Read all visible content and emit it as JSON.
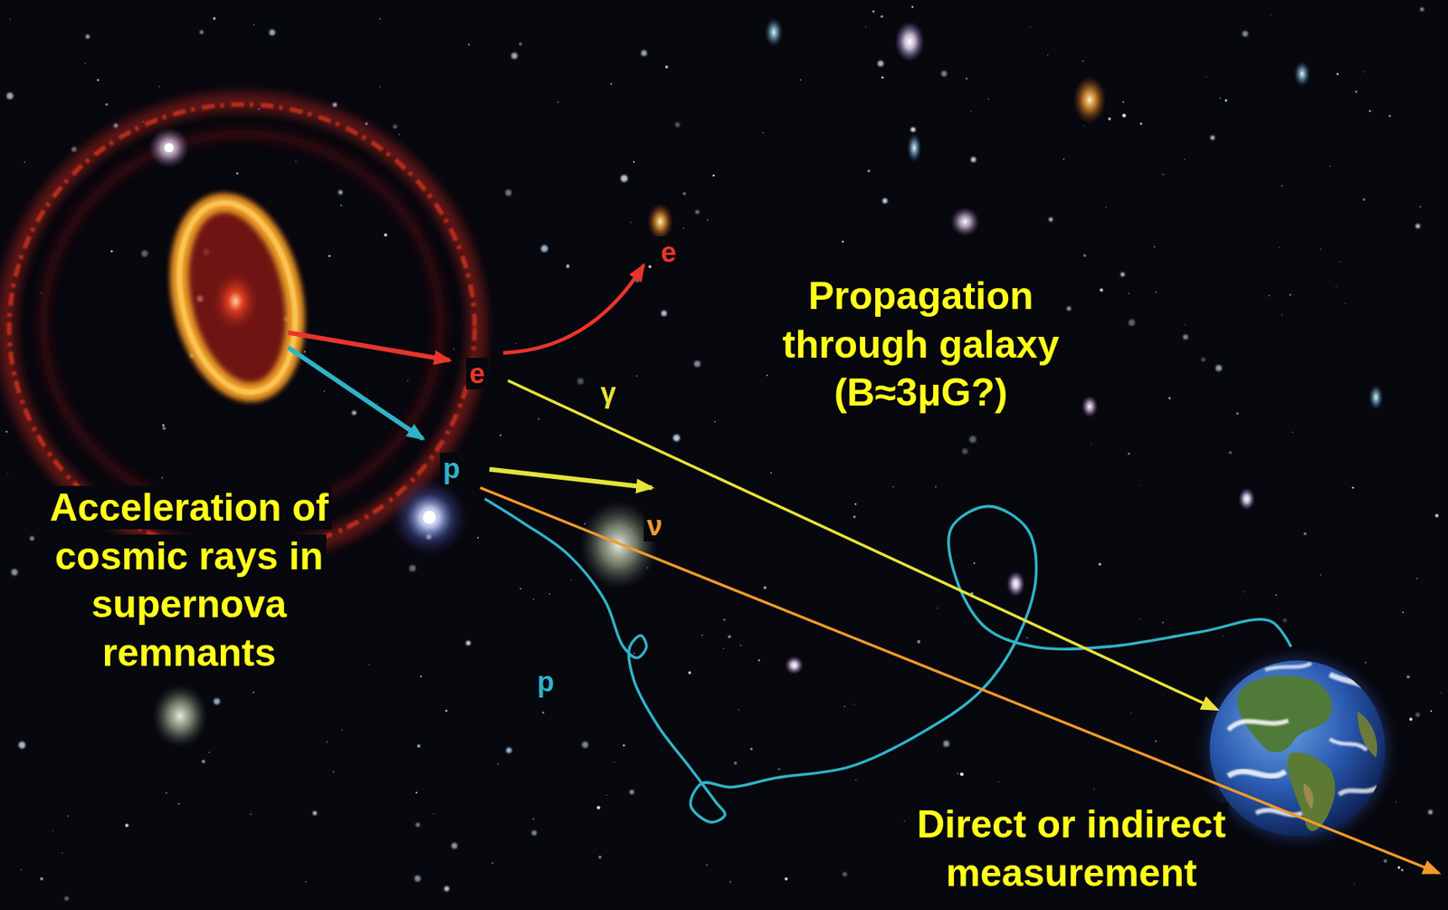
{
  "diagram": {
    "labels": [
      "e",
      "Propagation through galaxy (B≈3μG?)",
      "e",
      "γ",
      "p",
      "Acceleration of cosmic rays in supernova remnants",
      "ν",
      "p",
      "Direct or indirect measurement"
    ]
  }
}
